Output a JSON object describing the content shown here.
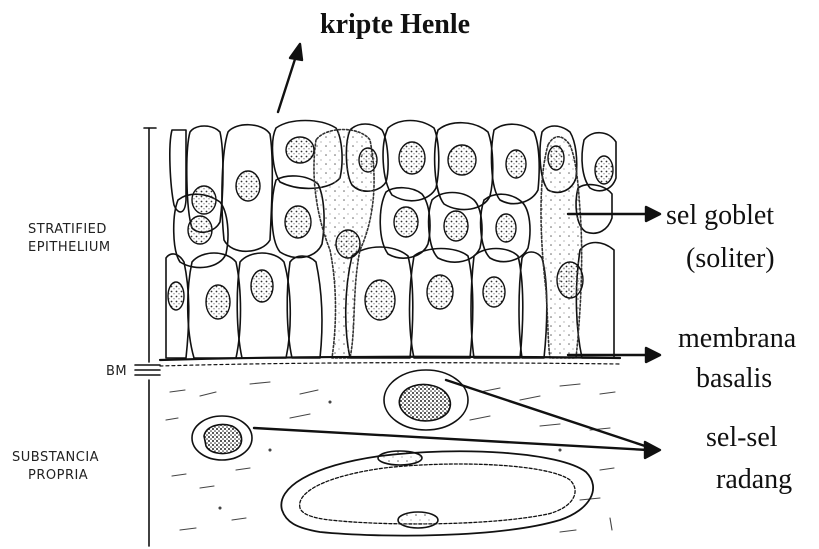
{
  "labels": {
    "kripte_henle": "kripte Henle",
    "sel_goblet_1": "sel goblet",
    "sel_goblet_2": "(soliter)",
    "membrana_1": "membrana",
    "membrana_2": "basalis",
    "radang_1": "sel-sel",
    "radang_2": "radang",
    "stratified_1": "STRATIFIED",
    "stratified_2": "EPITHELIUM",
    "bm": "BM",
    "substancia_1": "SUBSTANCIA",
    "substancia_2": "PROPRIA"
  },
  "colors": {
    "ink": "#111111",
    "paper": "#ffffff"
  }
}
